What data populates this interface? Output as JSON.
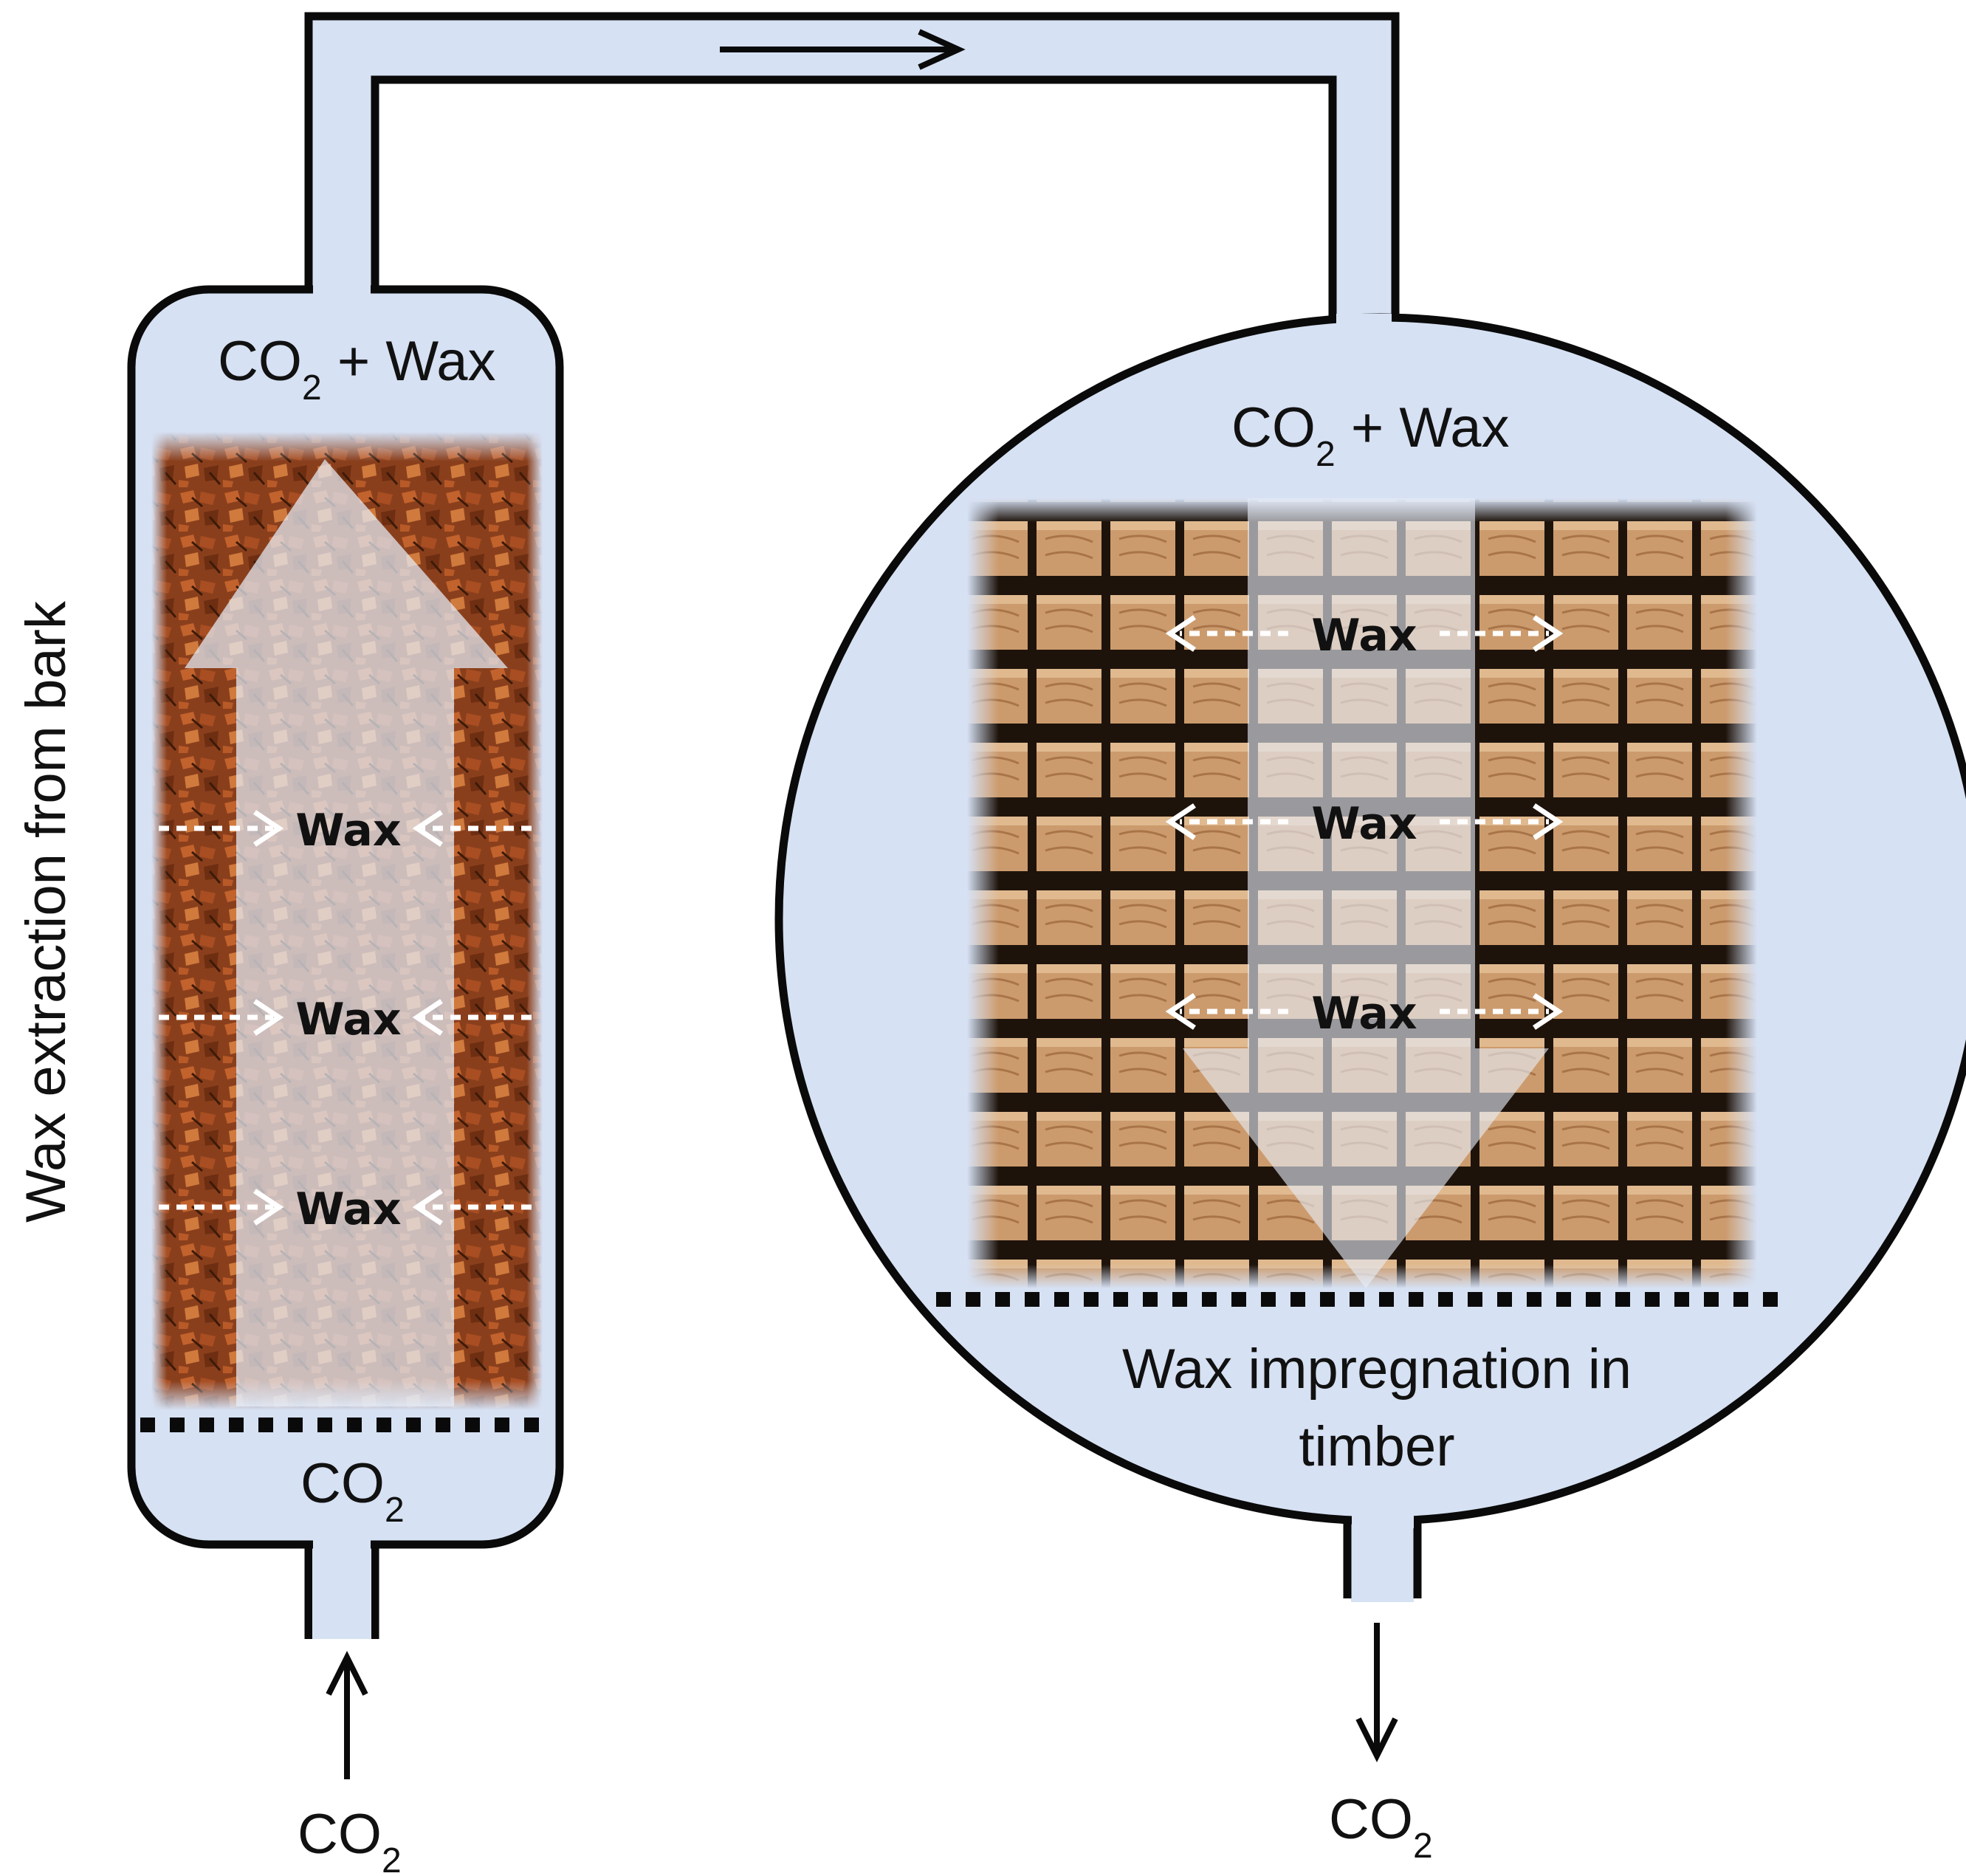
{
  "extractor": {
    "top_label_main": "CO",
    "top_label_sub": "2",
    "top_label_rest": " + Wax",
    "bottom_label_main": "CO",
    "bottom_label_sub": "2",
    "wax_labels": [
      "Wax",
      "Wax",
      "Wax"
    ],
    "side_label": "Wax extraction from bark"
  },
  "impregnator": {
    "top_label_main": "CO",
    "top_label_sub": "2",
    "top_label_rest": " + Wax",
    "wax_labels": [
      "Wax",
      "Wax",
      "Wax"
    ],
    "caption_line1": "Wax impregnation in",
    "caption_line2": "timber"
  },
  "inlet": {
    "label_main": "CO",
    "label_sub": "2"
  },
  "outlet": {
    "label_main": "CO",
    "label_sub": "2"
  },
  "colors": {
    "vessel_fill": "#d6e1f3",
    "outline": "#0a0a0a",
    "bark": "#9a4a22",
    "timber": "#c99a70"
  }
}
